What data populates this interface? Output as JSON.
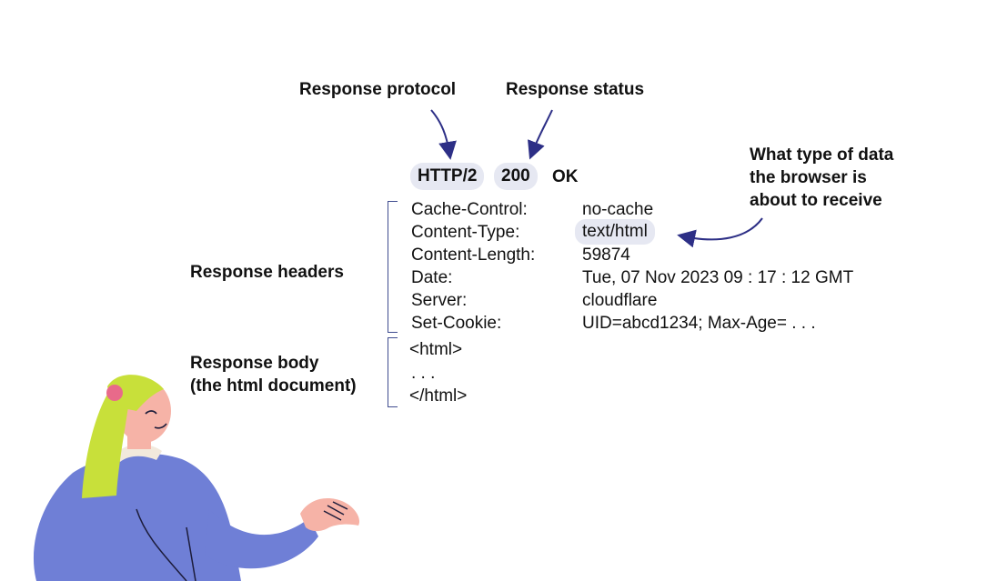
{
  "annotations": {
    "protocol_label": "Response protocol",
    "status_label": "Response status",
    "data_type_label_lines": [
      "What type of data",
      "the browser is",
      "about to receive"
    ],
    "headers_label": "Response headers",
    "body_label_lines": [
      "Response body",
      "(the html document)"
    ]
  },
  "status_line": {
    "protocol": "HTTP/2",
    "code": "200",
    "reason": "OK"
  },
  "headers": [
    {
      "name": "Cache-Control:",
      "value": "no-cache"
    },
    {
      "name": "Content-Type:",
      "value": "text/html"
    },
    {
      "name": "Content-Length:",
      "value": "59874"
    },
    {
      "name": "Date:",
      "value": "Tue, 07 Nov 2023 09 : 17 : 12 GMT"
    },
    {
      "name": "Server:",
      "value": "cloudflare"
    },
    {
      "name": "Set-Cookie:",
      "value": "UID=abcd1234; Max-Age= . . ."
    }
  ],
  "body_lines": [
    "<html>",
    ". . .",
    "</html>"
  ],
  "colors": {
    "arrow": "#2d2f86",
    "pill_bg": "#e6e8f2",
    "bracket": "#3f4c8f",
    "hair": "#c8e03a",
    "skin": "#f6b3a7",
    "sweater": "#6f7fd6"
  }
}
